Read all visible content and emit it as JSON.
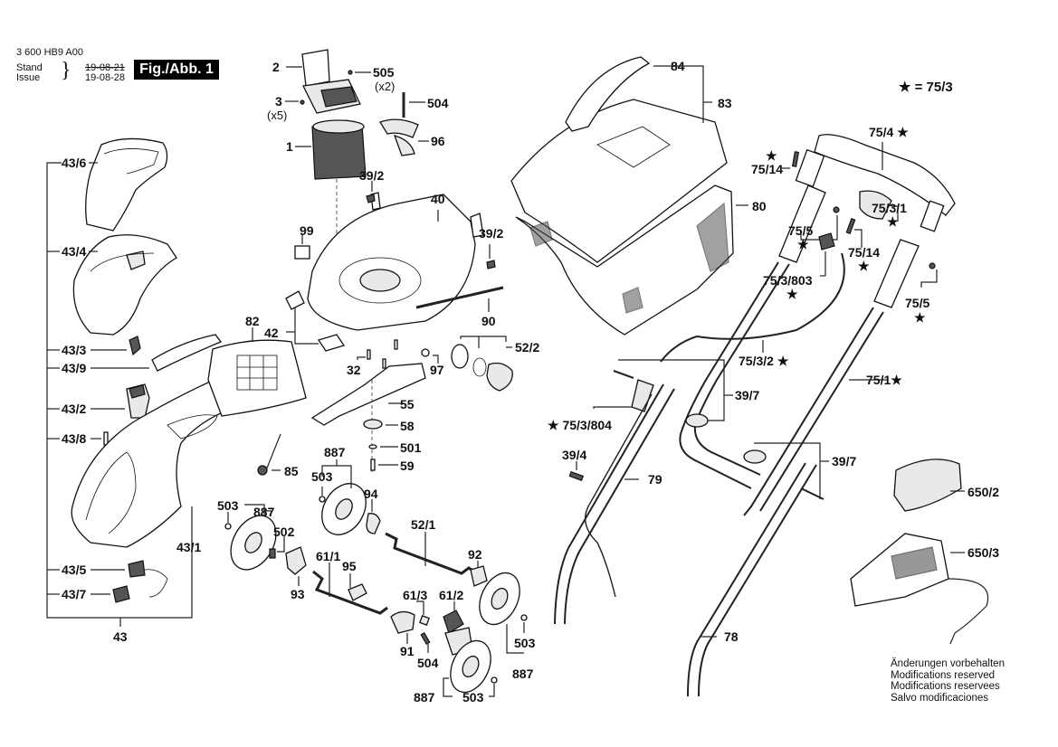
{
  "header": {
    "part_number": "3 600 HB9 A00",
    "stand_label": "Stand",
    "issue_label": "Issue",
    "stand_date": "19-08-21",
    "issue_date": "19-08-28",
    "figure_badge": "Fig./Abb. 1"
  },
  "legend": {
    "text": "★ = 75/3"
  },
  "star": "★",
  "labels": {
    "p2": "2",
    "p505": "505",
    "p505q": "(x2)",
    "p3": "3",
    "p3q": "(x5)",
    "p504a": "504",
    "p1": "1",
    "p96": "96",
    "p39_2a": "39/2",
    "p40": "40",
    "p99": "99",
    "p39_2b": "39/2",
    "p42": "42",
    "p90": "90",
    "p82": "82",
    "p32": "32",
    "p97": "97",
    "p52_2": "52/2",
    "p55": "55",
    "p58": "58",
    "p501": "501",
    "p59": "59",
    "p85": "85",
    "p887a": "887",
    "p503a": "503",
    "p94": "94",
    "p503b": "503",
    "p887b": "887",
    "p502": "502",
    "p52_1": "52/1",
    "p92": "92",
    "p61_1": "61/1",
    "p95": "95",
    "p93": "93",
    "p61_3": "61/3",
    "p61_2": "61/2",
    "p91": "91",
    "p504b": "504",
    "p503c": "503",
    "p887c": "887",
    "p887d": "887",
    "p503d": "503",
    "p43_6": "43/6",
    "p43_4": "43/4",
    "p43_3": "43/3",
    "p43_9": "43/9",
    "p43_2": "43/2",
    "p43_8": "43/8",
    "p43_1": "43/1",
    "p43_5": "43/5",
    "p43_7": "43/7",
    "p43": "43",
    "p84": "84",
    "p83": "83",
    "p80": "80",
    "p75_4": "75/4",
    "p75_14a": "75/14",
    "p75_3_1": "75/3/1",
    "p75_5a": "75/5",
    "p75_14b": "75/14",
    "p75_3_803": "75/3/803",
    "p75_5b": "75/5",
    "p75_3_2": "75/3/2",
    "p75_1": "75/1",
    "p39_7a": "39/7",
    "p75_3_804": "75/3/804",
    "p39_4": "39/4",
    "p79": "79",
    "p39_7b": "39/7",
    "p78": "78",
    "p650_2": "650/2",
    "p650_3": "650/3"
  },
  "notes": [
    "Änderungen vorbehalten",
    "Modifications reserved",
    "Modifications reservees",
    "Salvo modificaciones"
  ]
}
